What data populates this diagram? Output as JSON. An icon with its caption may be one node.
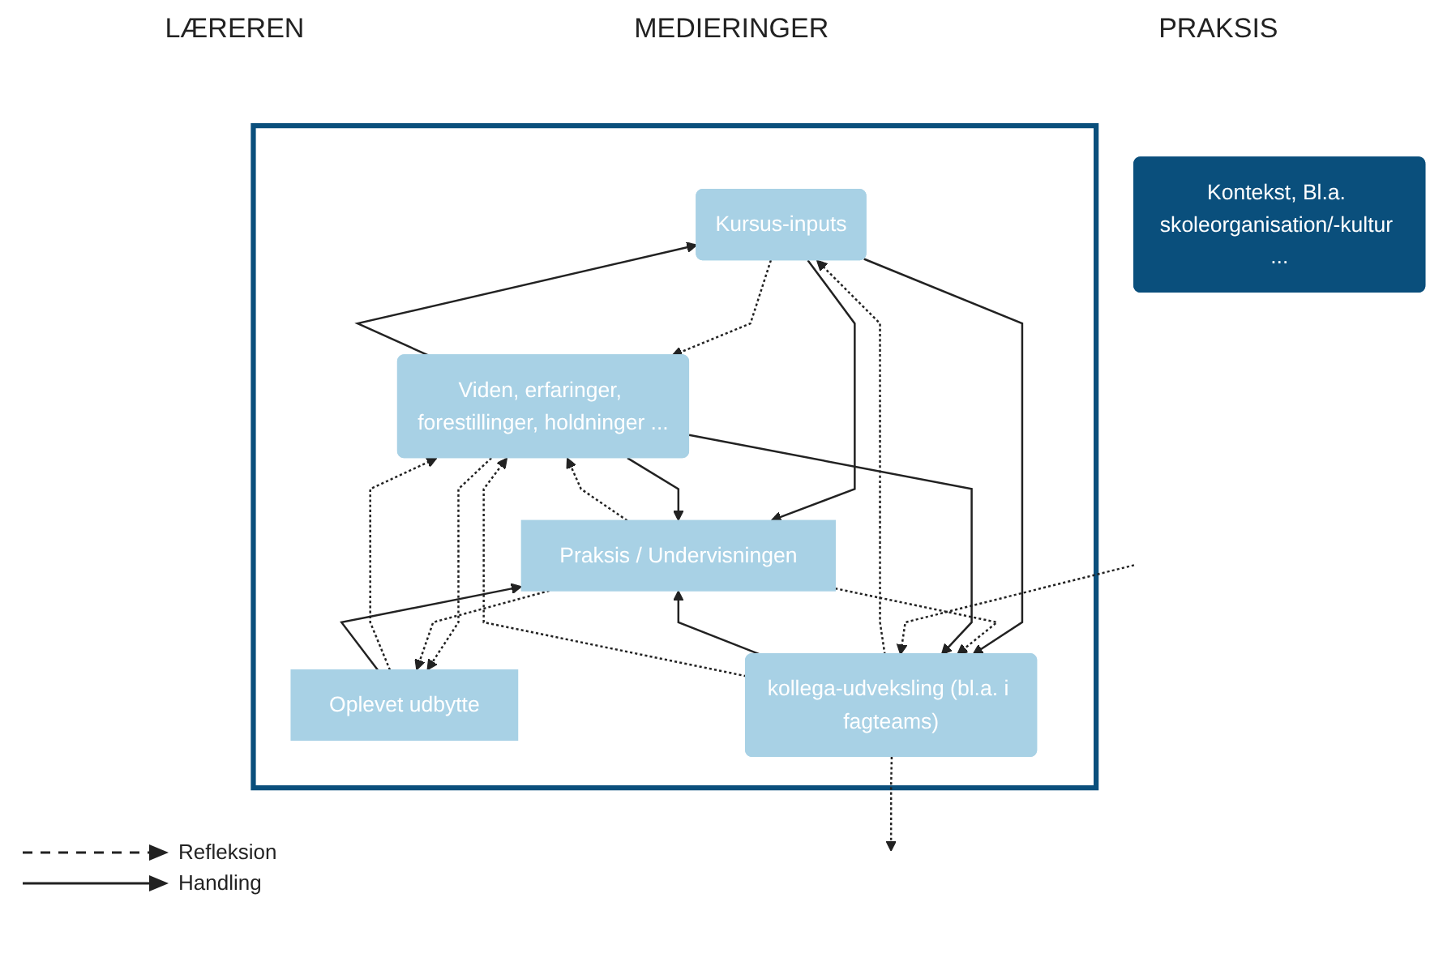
{
  "diagram": {
    "nodes": [
      {
        "text": [],
        "shape": "box"
      },
      {
        "text": [
          "Kursus-inputs"
        ],
        "in": 0
      },
      {
        "text": [
          "Viden, erfaringer, forestillinger, holdninger ..."
        ],
        "in": 0
      },
      {
        "text": [
          "Praksis / Undervisningen"
        ],
        "in": 0
      },
      {
        "text": [
          "Oplevet udbytte"
        ],
        "in": 0
      },
      {
        "text": [
          "kollega-udveksling (bl.a. i fagteams)"
        ],
        "in": 0
      },
      {
        "text": [
          "Kontekst, Bl.a. skoleorganisation/-kultur ..."
        ]
      }
    ],
    "edges": [
      {
        "from": 2,
        "to": 1,
        "arrow": "to"
      },
      {
        "from": 1,
        "to": 2,
        "arrow": "to",
        "style": "dashed"
      },
      {
        "from": 1,
        "to": 3,
        "arrow": "to"
      },
      {
        "from": 2,
        "to": 3,
        "arrow": "to"
      },
      {
        "from": 3,
        "to": 2,
        "arrow": "to",
        "style": "dashed"
      },
      {
        "from": 2,
        "to": 4,
        "arrow": "to",
        "style": "dashed"
      },
      {
        "from": 4,
        "to": 2,
        "arrow": "to",
        "style": "dashed"
      },
      {
        "from": 1,
        "to": 5,
        "arrow": "to"
      },
      {
        "from": 5,
        "to": 1,
        "arrow": "to",
        "style": "dashed"
      },
      {
        "from": 3,
        "to": 5,
        "arrow": "to",
        "style": "dashed"
      },
      {
        "from": 5,
        "to": 3,
        "arrow": "to"
      },
      {
        "from": 4,
        "to": 3,
        "arrow": "to"
      },
      {
        "from": 3,
        "to": 4,
        "arrow": "to",
        "style": "dashed"
      },
      {
        "from": 2,
        "to": 5,
        "arrow": "to"
      },
      {
        "from": 5,
        "to": 2,
        "arrow": "to",
        "style": "dashed"
      },
      {
        "from": null,
        "to": 5,
        "arrow": "to",
        "style": "dashed"
      },
      {
        "from": 5,
        "to": null,
        "arrow": "to",
        "style": "dashed"
      }
    ],
    "labels": [
      "LÆREREN",
      "MEDIERINGER",
      "PRAKSIS"
    ],
    "legend": [
      {
        "text": "Refleksion"
      },
      {
        "text": "Handling"
      }
    ]
  }
}
